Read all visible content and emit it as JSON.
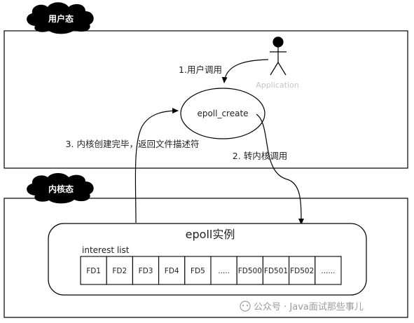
{
  "zones": {
    "user": {
      "label": "用户态"
    },
    "kernel": {
      "label": "内核态"
    }
  },
  "actor": {
    "label": "Application"
  },
  "epoll_create": {
    "label": "epoll_create"
  },
  "steps": {
    "step1": "1.用户调用",
    "step2": "2. 转内核调用",
    "step3": "3. 内核创建完毕，返回文件描述符"
  },
  "epoll_instance": {
    "title": "epoll实例",
    "list_label": "interest list",
    "cells": [
      "FD1",
      "FD2",
      "FD3",
      "FD4",
      "FD5",
      ".....",
      "FD500",
      "FD501",
      "FD502",
      "......"
    ]
  },
  "watermark": {
    "text": "公众号 · Java面试那些事儿"
  }
}
